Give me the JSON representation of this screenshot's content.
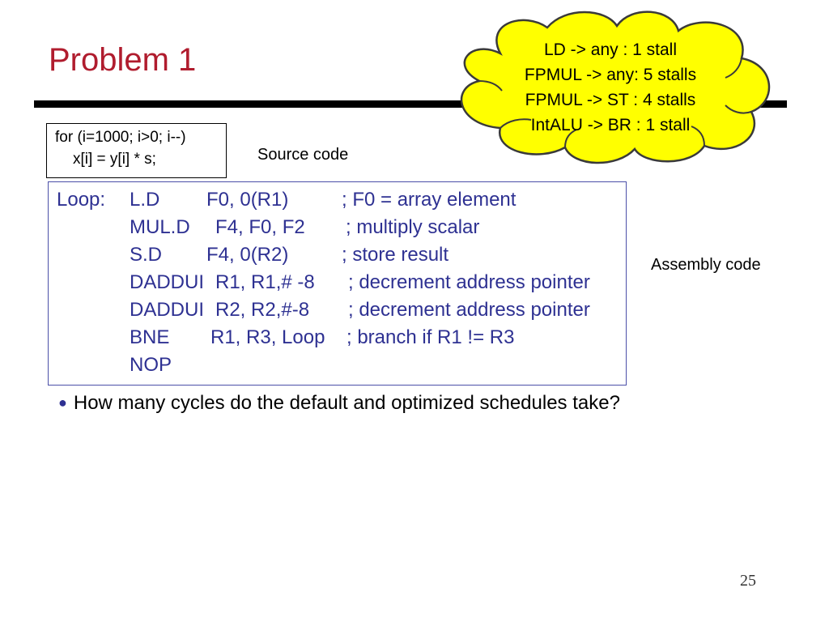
{
  "slide": {
    "title": "Problem 1",
    "page_number": "25",
    "colors": {
      "title": "#b01c2e",
      "code": "#2e3192",
      "cloud_fill": "#ffff00",
      "rule": "#000000"
    }
  },
  "stall_cloud": {
    "lines": [
      "LD -> any : 1 stall",
      "FPMUL -> any: 5 stalls",
      "FPMUL -> ST : 4 stalls",
      "IntALU -> BR : 1 stall"
    ]
  },
  "source_code": {
    "lines": [
      "for (i=1000; i>0; i--)",
      "x[i] = y[i] * s;"
    ],
    "label": "Source code"
  },
  "assembly": {
    "label": "Assembly code",
    "rows": [
      {
        "label": "Loop:",
        "op": "L.D",
        "args": "F0, 0(R1)",
        "comment": "; F0 = array element"
      },
      {
        "label": "",
        "op": "MUL.D",
        "args": "F4, F0, F2",
        "comment": "; multiply scalar"
      },
      {
        "label": "",
        "op": "S.D",
        "args": "F4, 0(R2)",
        "comment": "; store result"
      },
      {
        "label": "",
        "op": "DADDUI",
        "args": "R1, R1,# -8",
        "comment": "; decrement address pointer"
      },
      {
        "label": "",
        "op": "DADDUI",
        "args": "R2, R2,#-8",
        "comment": "; decrement address pointer"
      },
      {
        "label": "",
        "op": "BNE",
        "args": "R1, R3, Loop",
        "comment": "; branch if R1 != R3"
      },
      {
        "label": "",
        "op": "NOP",
        "args": "",
        "comment": ""
      }
    ]
  },
  "question": {
    "bullet_icon": "bullet-dot",
    "text": "How many cycles do the default and optimized schedules take?"
  }
}
